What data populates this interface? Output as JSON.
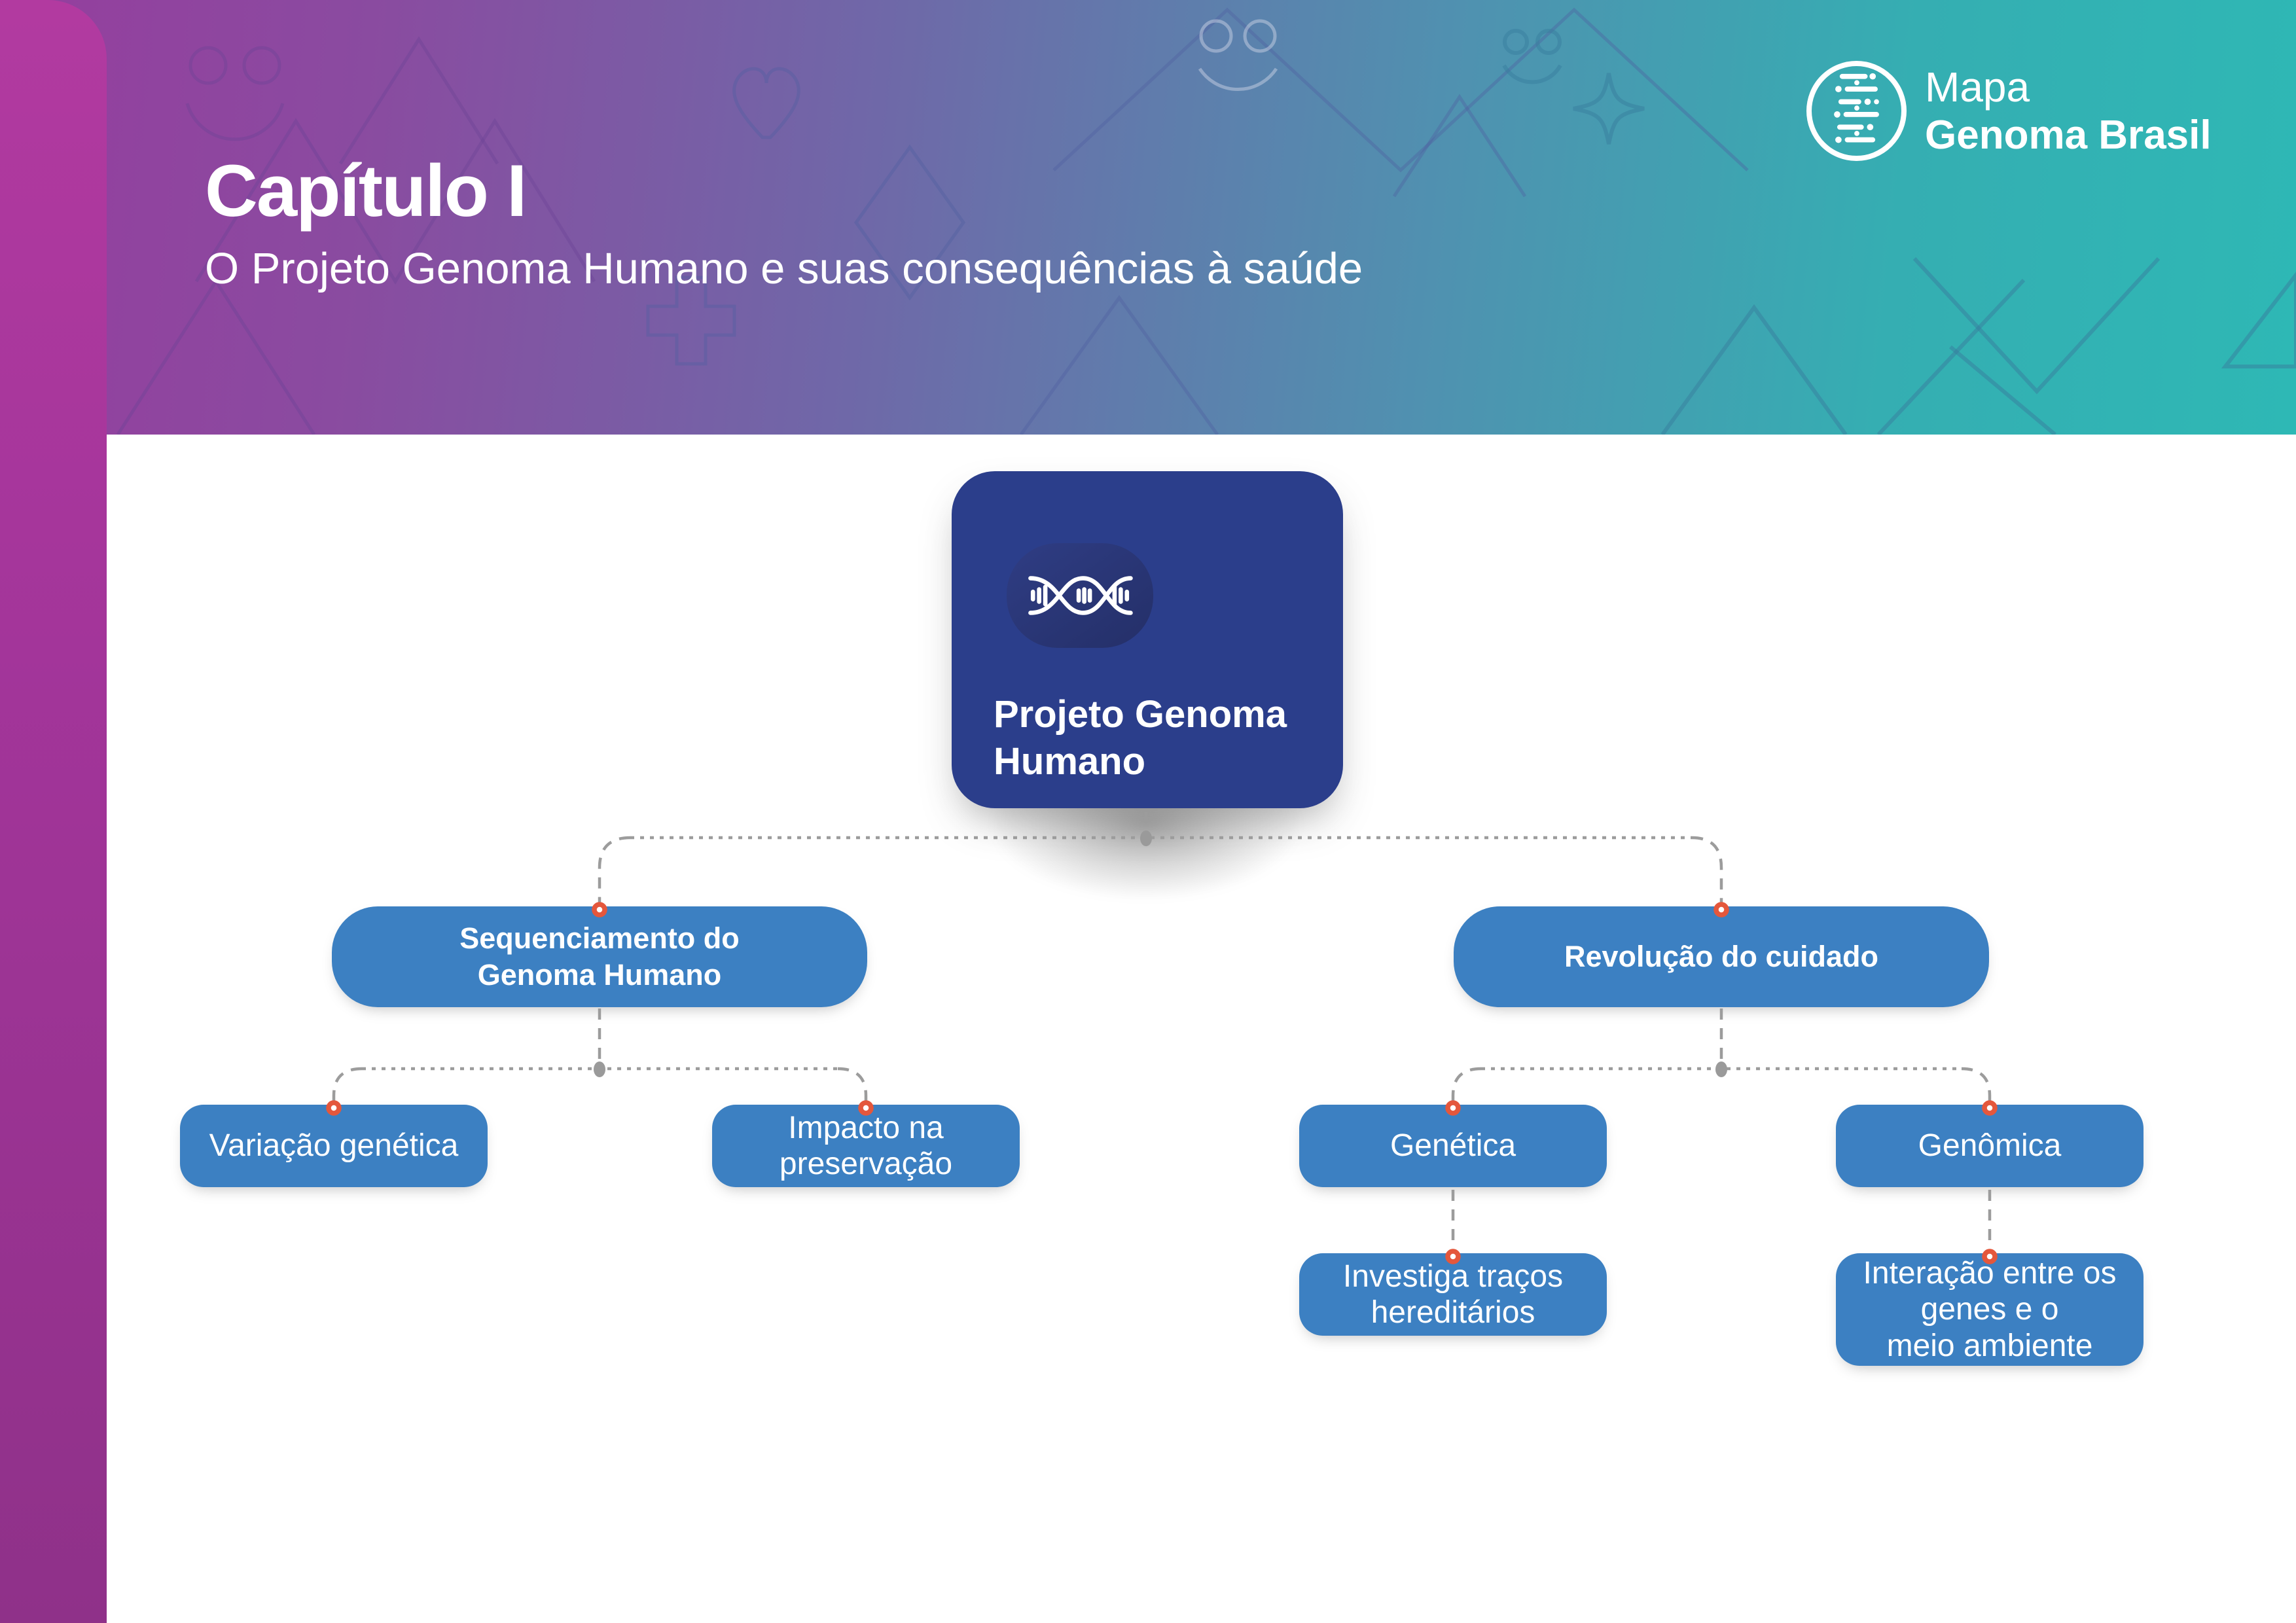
{
  "header": {
    "chapter": "Capítulo I",
    "subtitle": "O Projeto Genoma Humano e suas consequências à saúde"
  },
  "brand": {
    "logo_line1": "Mapa",
    "logo_line2": "Genoma Brasil",
    "logo_icon": "dna-ladder-icon"
  },
  "tree": {
    "root": {
      "icon": "dna-helix-icon",
      "line1": "Projeto Genoma",
      "line2": "Humano"
    },
    "seq": {
      "line1": "Sequenciamento do",
      "line2": "Genoma Humano"
    },
    "rev": {
      "line1": "Revolução do cuidado"
    },
    "variacao": {
      "line1": "Variação genética"
    },
    "impacto": {
      "line1": "Impacto na",
      "line2": "preservação"
    },
    "genetica": {
      "line1": "Genética"
    },
    "genomica": {
      "line1": "Genômica"
    },
    "investiga": {
      "line1": "Investiga traços",
      "line2": "hereditários"
    },
    "interacao": {
      "line1": "Interação entre os",
      "line2": "genes e o",
      "line3": "meio ambiente"
    }
  },
  "colors": {
    "sidebar_magenta": "#A93397",
    "header_gradient_start": "#953E9E",
    "header_gradient_end": "#2EB8B5",
    "root_navy": "#2B3E8B",
    "node_blue": "#3C80C2",
    "marker_orange": "#E4573C",
    "connector_gray": "#9C9C9C",
    "text_white": "#FFFFFF"
  }
}
